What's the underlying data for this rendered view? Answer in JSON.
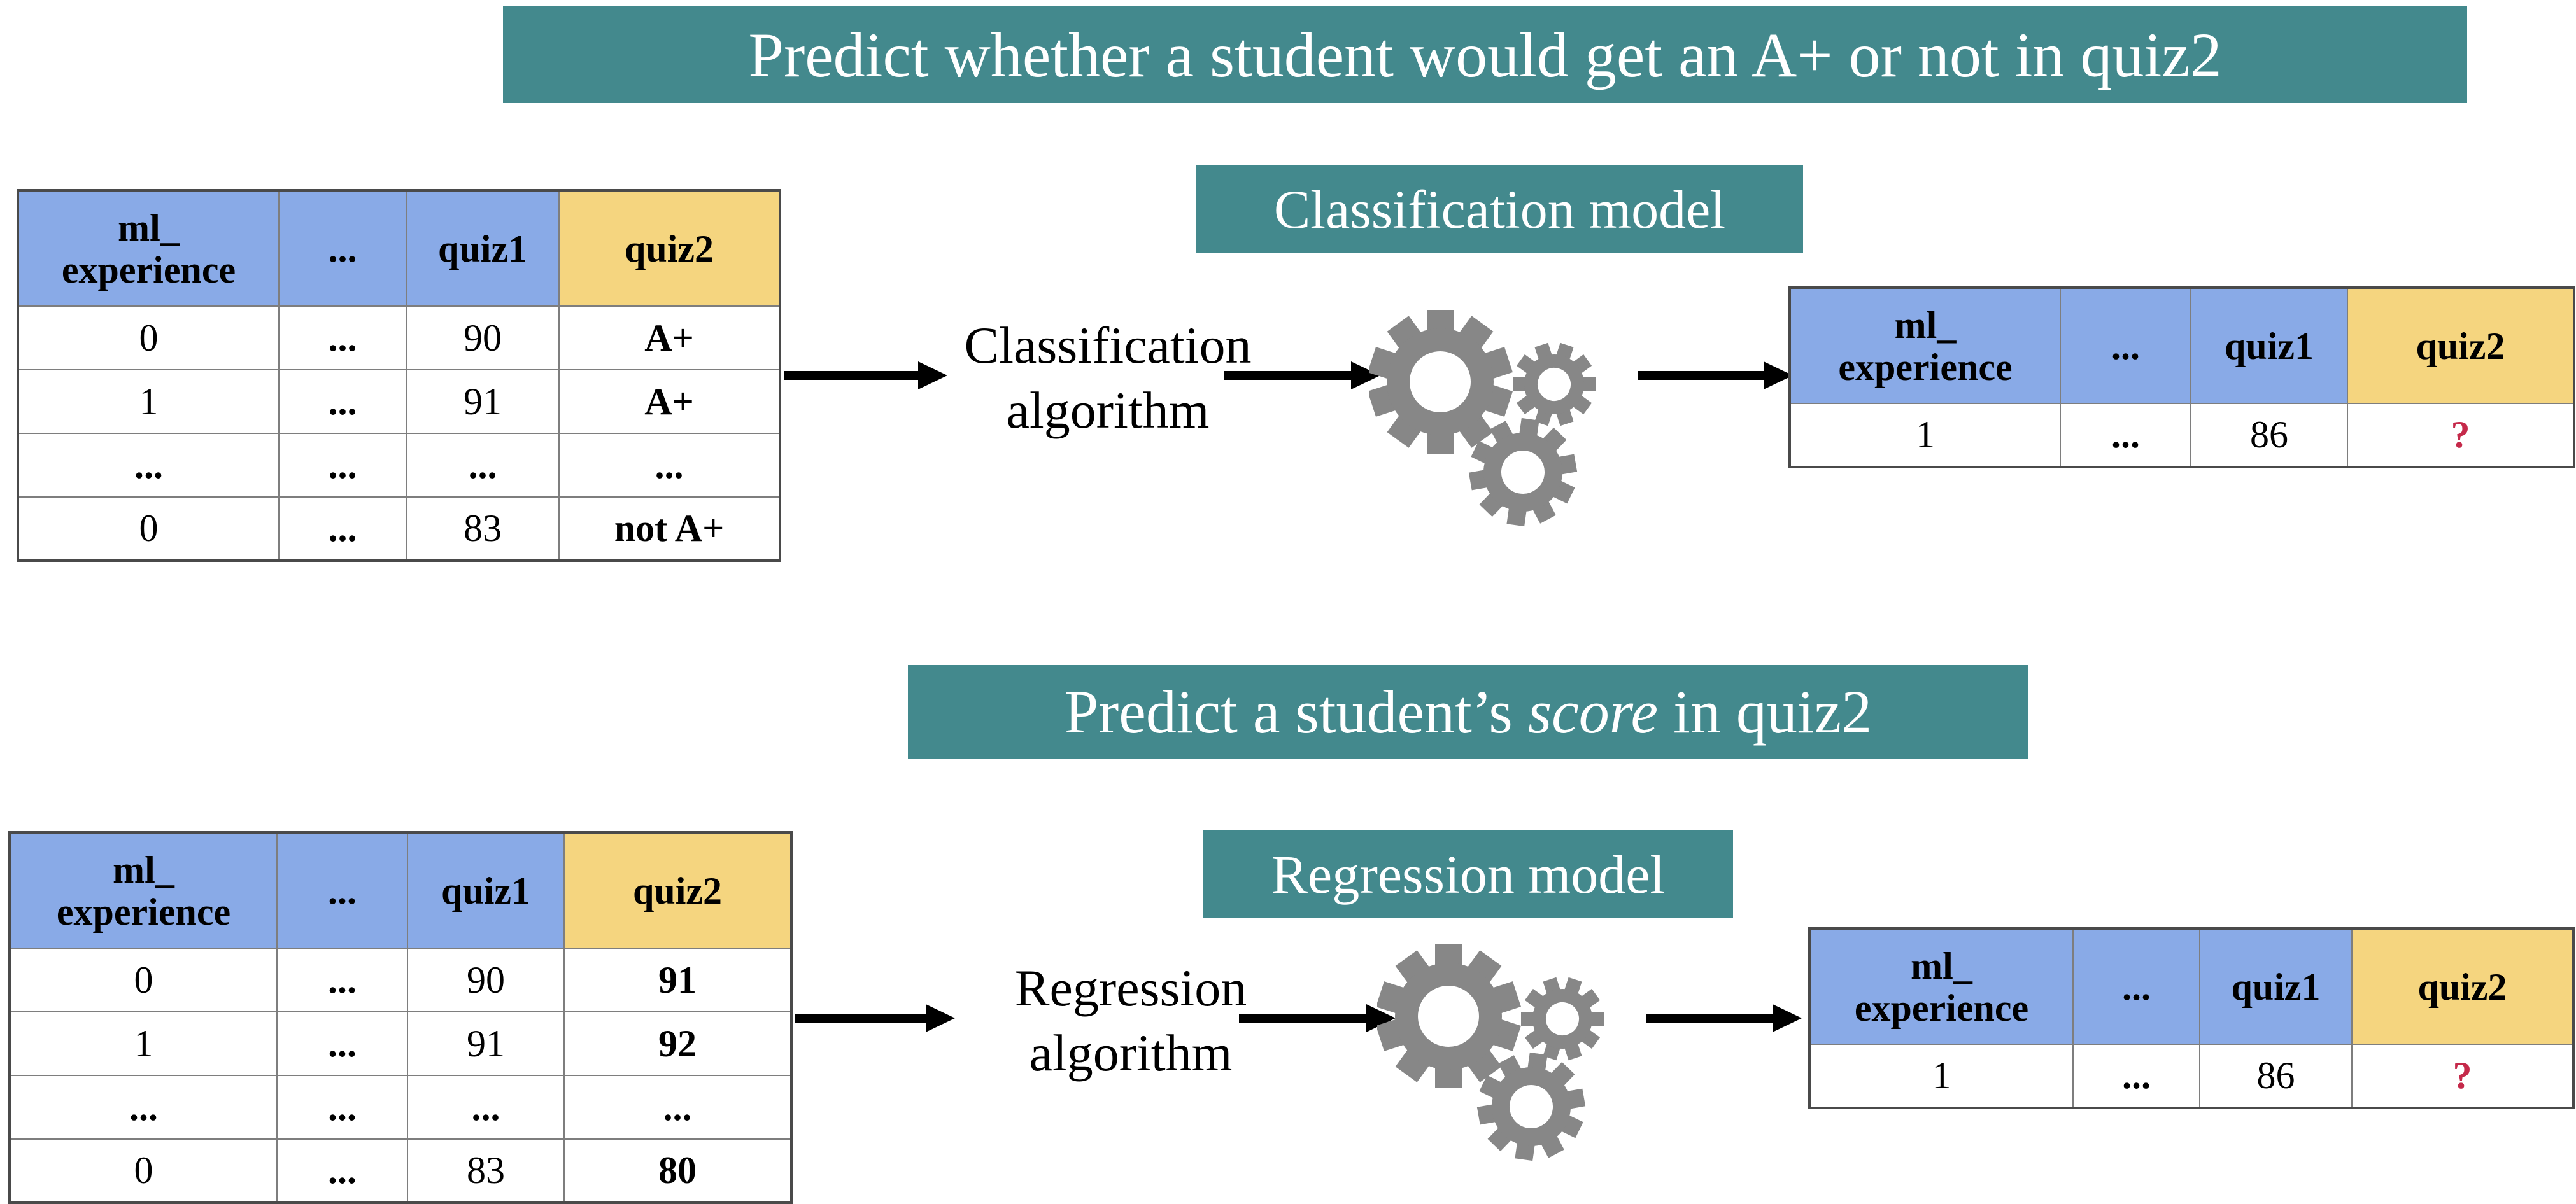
{
  "colors": {
    "banner_teal": "#43898D",
    "header_blue": "#89AAE7",
    "header_yellow": "#F5D57F",
    "question_red": "#C5294A",
    "gear_gray": "#878787",
    "arrow_black": "#000000"
  },
  "top_section": {
    "title": "Predict whether a student would get an A+ or not in quiz2",
    "model_label": "Classification model",
    "algorithm_label_line1": "Classification",
    "algorithm_label_line2": "algorithm"
  },
  "bottom_section": {
    "title_prefix": "Predict a student’s ",
    "title_italic": "score",
    "title_suffix": " in quiz2",
    "model_label": "Regression model",
    "algorithm_label_line1": "Regression",
    "algorithm_label_line2": "algorithm"
  },
  "table_columns": {
    "c1_line1": "ml_",
    "c1_line2": "experience",
    "c2": "...",
    "c3": "quiz1",
    "c4": "quiz2"
  },
  "classification_training_table": {
    "rows": [
      [
        "0",
        "...",
        "90",
        "A+"
      ],
      [
        "1",
        "...",
        "91",
        "A+"
      ],
      [
        "...",
        "...",
        "...",
        "..."
      ],
      [
        "0",
        "...",
        "83",
        "not A+"
      ]
    ]
  },
  "classification_prediction_table": {
    "row": [
      "1",
      "...",
      "86",
      "?"
    ]
  },
  "regression_training_table": {
    "rows": [
      [
        "0",
        "...",
        "90",
        "91"
      ],
      [
        "1",
        "...",
        "91",
        "92"
      ],
      [
        "...",
        "...",
        "...",
        "..."
      ],
      [
        "0",
        "...",
        "83",
        "80"
      ]
    ]
  },
  "regression_prediction_table": {
    "row": [
      "1",
      "...",
      "86",
      "?"
    ]
  }
}
